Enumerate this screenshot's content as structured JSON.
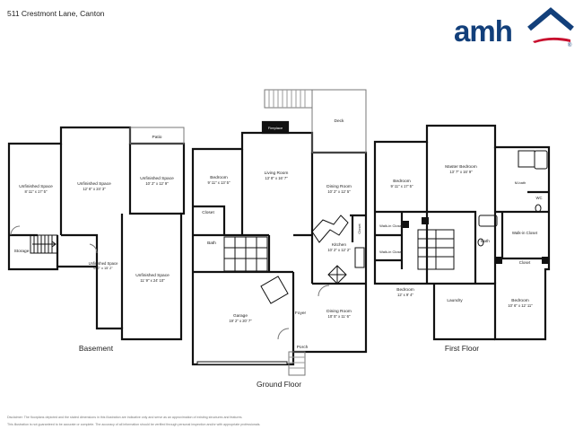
{
  "header": {
    "address": "511 Crestmont Lane, Canton",
    "logo_text": "amh",
    "logo_mark": "®"
  },
  "colors": {
    "brand_blue": "#123f7a",
    "brand_red": "#c8102e",
    "wall": "#111111"
  },
  "floors": {
    "basement": {
      "title": "Basement",
      "rooms": [
        {
          "name": "Unfinished Space",
          "dims": "8' 11\" x 17' 5\""
        },
        {
          "name": "Unfinished Space",
          "dims": "12' 6\" x 24' 3\""
        },
        {
          "name": "Unfinished Space",
          "dims": "10' 2\" x 12' 9\""
        },
        {
          "name": "Patio",
          "dims": ""
        },
        {
          "name": "Storage",
          "dims": ""
        },
        {
          "name": "Unfinished Space",
          "dims": "6' 2\" x 15' 2\""
        },
        {
          "name": "Unfinished Space",
          "dims": "11' 9\" x 24' 10\""
        }
      ]
    },
    "ground": {
      "title": "Ground Floor",
      "rooms": [
        {
          "name": "Deck",
          "dims": ""
        },
        {
          "name": "Fireplace",
          "dims": ""
        },
        {
          "name": "Living Room",
          "dims": "13' 8\" x 16' 7\""
        },
        {
          "name": "Bedroom",
          "dims": "9' 11\" x 13' 5\""
        },
        {
          "name": "Dining Room",
          "dims": "10' 2\" x 12' 5\""
        },
        {
          "name": "Closet",
          "dims": ""
        },
        {
          "name": "Bath",
          "dims": ""
        },
        {
          "name": "Closet",
          "dims": ""
        },
        {
          "name": "Kitchen",
          "dims": "10' 2\" x 12' 2\""
        },
        {
          "name": "Garage",
          "dims": "19' 2\" x 20' 7\""
        },
        {
          "name": "Foyer",
          "dims": ""
        },
        {
          "name": "Dining Room",
          "dims": "10' 5\" x 11' 6\""
        },
        {
          "name": "Porch",
          "dims": ""
        }
      ]
    },
    "first": {
      "title": "First Floor",
      "rooms": [
        {
          "name": "Master Bedroom",
          "dims": "13' 7\" x 16' 9\""
        },
        {
          "name": "Bedroom",
          "dims": "9' 11\" x 17' 5\""
        },
        {
          "name": "M-bath",
          "dims": ""
        },
        {
          "name": "WC",
          "dims": ""
        },
        {
          "name": "Walk-in Closet",
          "dims": ""
        },
        {
          "name": "Walk-in Closet",
          "dims": ""
        },
        {
          "name": "Bath",
          "dims": ""
        },
        {
          "name": "Walk-in Closet",
          "dims": ""
        },
        {
          "name": "Closet",
          "dims": ""
        },
        {
          "name": "Bedroom",
          "dims": "12' x 9' 4\""
        },
        {
          "name": "Laundry",
          "dims": ""
        },
        {
          "name": "Bedroom",
          "dims": "10' 6\" x 12' 11\""
        }
      ]
    }
  },
  "footer": {
    "disclaimer_1": "Disclaimer: The floorplans depicted and the stated dimensions in this illustration are indicative only and serve as an approximation of existing structures and features.",
    "disclaimer_2": "This illustration is not guaranteed to be accurate or complete. The accuracy of all information should be verified through personal inspection and/or with appropriate professionals."
  }
}
